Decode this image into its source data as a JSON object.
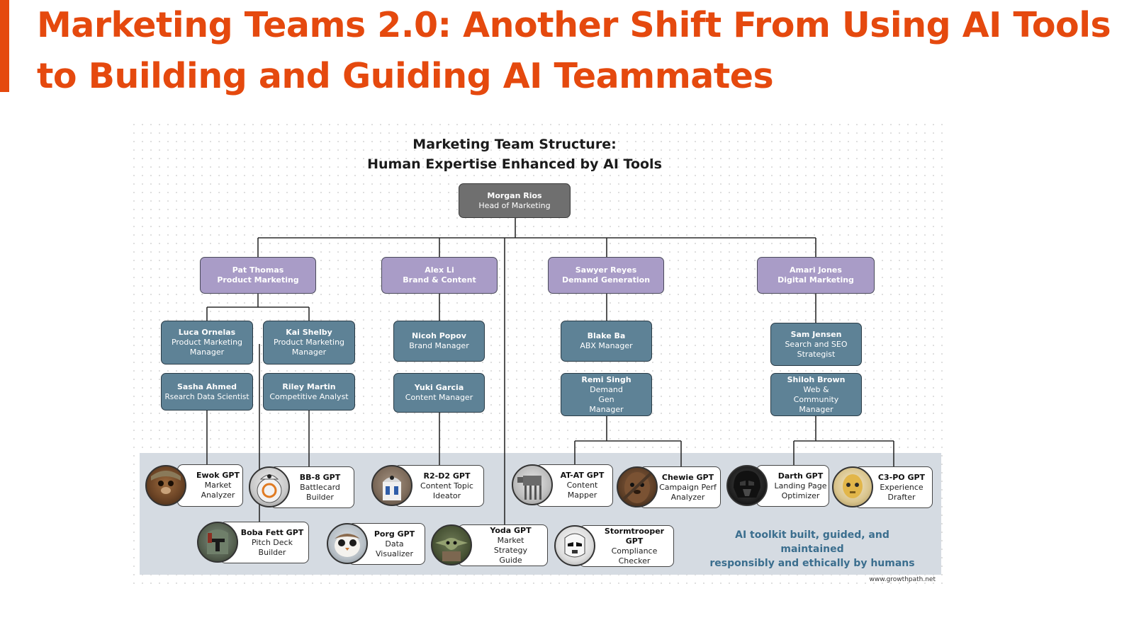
{
  "headline": {
    "line1": "Marketing Teams 2.0: Another Shift From Using AI Tools",
    "line2": "to Building and Guiding AI Teammates"
  },
  "colors": {
    "accent": "#e5490e",
    "head_box": "#6f6f6f",
    "lead_box": "#a99cc7",
    "staff_box": "#5e8296",
    "ai_band": "#d5dbe2",
    "note_text": "#3b6e8e"
  },
  "chart": {
    "title_line1": "Marketing Team Structure:",
    "title_line2": "Human Expertise Enhanced by AI Tools",
    "head": {
      "name": "Morgan Rios",
      "role": "Head of Marketing"
    },
    "leads": [
      {
        "name": "Pat Thomas",
        "role": "Product Marketing"
      },
      {
        "name": "Alex Li",
        "role": "Brand & Content"
      },
      {
        "name": "Sawyer Reyes",
        "role": "Demand Generation"
      },
      {
        "name": "Amari Jones",
        "role": "Digital Marketing"
      }
    ],
    "staff": [
      {
        "name": "Luca Ornelas",
        "role": "Product Marketing Manager"
      },
      {
        "name": "Kai Shelby",
        "role": "Product Marketing Manager"
      },
      {
        "name": "Sasha Ahmed",
        "role": "Rsearch Data Scientist"
      },
      {
        "name": "Riley Martin",
        "role": "Competitive Analyst"
      },
      {
        "name": "Nicoh Popov",
        "role": "Brand Manager"
      },
      {
        "name": "Yuki Garcia",
        "role": "Content Manager"
      },
      {
        "name": "Blake Ba",
        "role": "ABX Manager"
      },
      {
        "name": "Remi Singh",
        "role": "Demand Gen Manager"
      },
      {
        "name": "Sam Jensen",
        "role": "Search and SEO Strategist"
      },
      {
        "name": "Shiloh Brown",
        "role": "Web & Community Manager"
      }
    ],
    "ai_tools": [
      {
        "name": "Ewok GPT",
        "role": "Market Analyzer",
        "avatar": "ewok-avatar"
      },
      {
        "name": "BB-8 GPT",
        "role": "Battlecard Builder",
        "avatar": "bb8-avatar"
      },
      {
        "name": "Boba Fett GPT",
        "role": "Pitch Deck Builder",
        "avatar": "boba-fett-avatar"
      },
      {
        "name": "R2-D2 GPT",
        "role": "Content Topic Ideator",
        "avatar": "r2d2-avatar"
      },
      {
        "name": "Porg GPT",
        "role": "Data Visualizer",
        "avatar": "porg-avatar"
      },
      {
        "name": "Yoda GPT",
        "role": "Market Strategy Guide",
        "avatar": "yoda-avatar"
      },
      {
        "name": "AT-AT GPT",
        "role": "Content Mapper",
        "avatar": "at-at-avatar"
      },
      {
        "name": "Chewie GPT",
        "role": "Campaign Perf Analyzer",
        "avatar": "chewie-avatar"
      },
      {
        "name": "Stormtrooper GPT",
        "role": "Compliance Checker",
        "avatar": "stormtrooper-avatar"
      },
      {
        "name": "Darth GPT",
        "role": "Landing Page Optimizer",
        "avatar": "darth-avatar"
      },
      {
        "name": "C3-PO GPT",
        "role": "Experience Drafter",
        "avatar": "c3po-avatar"
      }
    ],
    "note_line1": "AI toolkit built, guided, and maintained",
    "note_line2": "responsibly and ethically by humans",
    "source": "www.growthpath.net"
  }
}
